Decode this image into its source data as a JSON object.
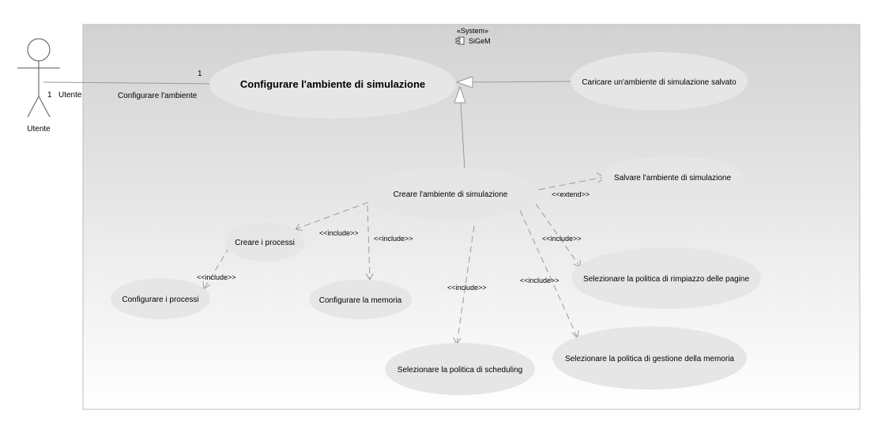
{
  "system": {
    "stereotype": "«System»",
    "name": "SiGeM"
  },
  "actor": {
    "name": "Utente"
  },
  "association": {
    "end_actor_multiplicity": "1",
    "end_actor_role": "Utente",
    "end_usecase_multiplicity": "1",
    "label": "Configurare l'ambiente"
  },
  "use_cases": {
    "configurare_ambiente": "Configurare l'ambiente di simulazione",
    "caricare": "Caricare un'ambiente di simulazione salvato",
    "creare_ambiente": "Creare l'ambiente di simulazione",
    "salvare": "Salvare l'ambiente di simulazione",
    "creare_processi": "Creare i processi",
    "configurare_processi": "Configurare i processi",
    "configurare_memoria": "Configurare la memoria",
    "rimpiazzo": "Selezionare la politica di rimpiazzo delle pagine",
    "scheduling": "Selezionare la politica di scheduling",
    "gestione_memoria": "Selezionare la politica di gestione della memoria"
  },
  "relations": {
    "extend": "<<extend>>",
    "include": "<<include>>"
  },
  "colors": {
    "boundary_top": "#d2d2d2",
    "boundary_bottom": "#ffffff",
    "usecase_fill": "#e6e6e6",
    "line": "#9a9a9a"
  }
}
